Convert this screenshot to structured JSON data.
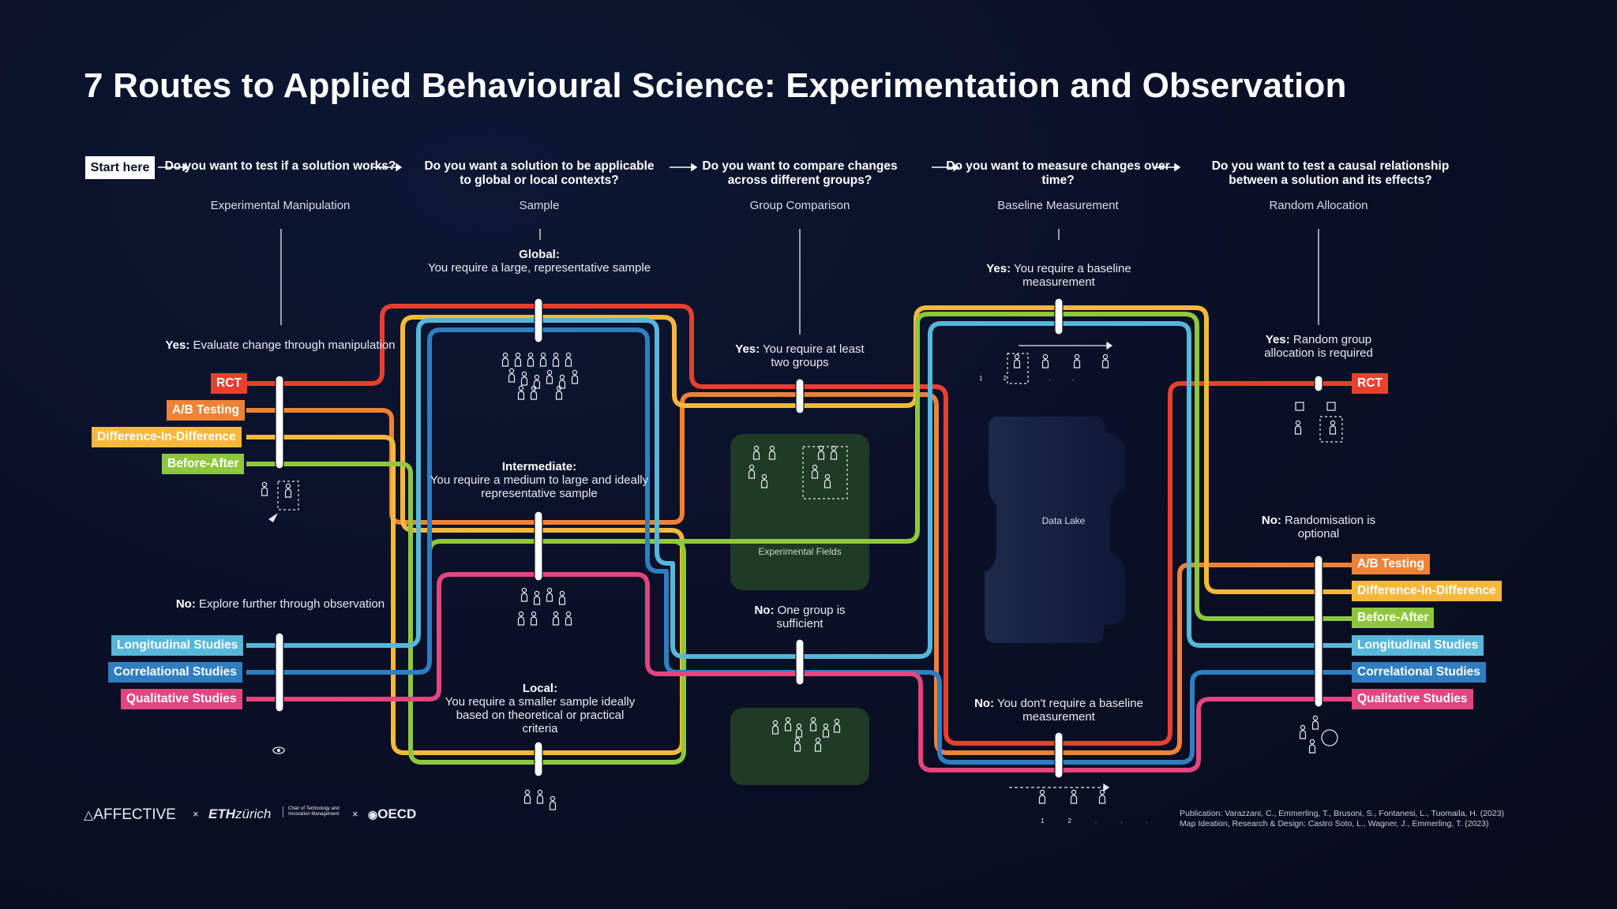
{
  "title": "7 Routes to Applied Behavioural Science: Experimentation and Observation",
  "start_label": "Start here",
  "questions": [
    {
      "text": "Do you want to test if a solution works?",
      "category": "Experimental Manipulation"
    },
    {
      "text": "Do you want a solution to be applicable to global or local contexts?",
      "category": "Sample"
    },
    {
      "text": "Do you want to compare changes across different groups?",
      "category": "Group Comparison"
    },
    {
      "text": "Do you want to measure changes over time?",
      "category": "Baseline Measurement"
    },
    {
      "text": "Do you want to test a causal relationship between a solution and its effects?",
      "category": "Random Allocation"
    }
  ],
  "answers": {
    "manip_yes": {
      "bold": "Yes:",
      "text": " Evaluate change through manipulation"
    },
    "manip_no": {
      "bold": "No:",
      "text": " Explore further through observation"
    },
    "sample_global": {
      "bold": "Global:",
      "text": "You require a large, representative sample"
    },
    "sample_intermediate": {
      "bold": "Intermediate:",
      "text": "You require a medium to large and ideally representative sample"
    },
    "sample_local": {
      "bold": "Local:",
      "text": "You require a smaller sample ideally based on theoretical or practical criteria"
    },
    "group_yes": {
      "bold": "Yes:",
      "text": " You require at least two groups"
    },
    "group_no": {
      "bold": "No:",
      "text": " One group is sufficient"
    },
    "baseline_yes": {
      "bold": "Yes:",
      "text": " You require a baseline measurement"
    },
    "baseline_no": {
      "bold": "No:",
      "text": " You don't require a baseline measurement"
    },
    "random_yes": {
      "bold": "Yes:",
      "text": " Random group allocation is required"
    },
    "random_no": {
      "bold": "No:",
      "text": " Randomisation is optional"
    }
  },
  "boxes": {
    "experimental_fields": "Experimental Fields",
    "data_lake": "Data Lake"
  },
  "routes": [
    {
      "name": "RCT",
      "color": "#e8402f"
    },
    {
      "name": "A/B Testing",
      "color": "#ee8236"
    },
    {
      "name": "Difference-In-Difference",
      "color": "#f6b83b"
    },
    {
      "name": "Before-After",
      "color": "#8ec73d"
    },
    {
      "name": "Longitudinal Studies",
      "color": "#56b7d9"
    },
    {
      "name": "Correlational Studies",
      "color": "#2f7ec1"
    },
    {
      "name": "Qualitative Studies",
      "color": "#e2467f"
    }
  ],
  "footer": {
    "logo_affective": "AFFECTIVE",
    "sep_x1": "×",
    "logo_eth": "ETH",
    "logo_eth_italic": "zürich",
    "logo_eth_sub": "Chair of Technology and Innovation Management",
    "sep_x2": "×",
    "logo_oecd": "OECD",
    "credit_1": "Publication: Varazzani, C., Emmerling, T., Brusoni, S., Fontanesi, L., Tuomaila, H. (2023)",
    "credit_2": "Map Ideation, Research & Design: Castro Soto, L., Wagner, J., Emmerling, T. (2023)"
  },
  "marks": {
    "seq_1": "1",
    "seq_2": "2",
    "seq_more": "..."
  }
}
